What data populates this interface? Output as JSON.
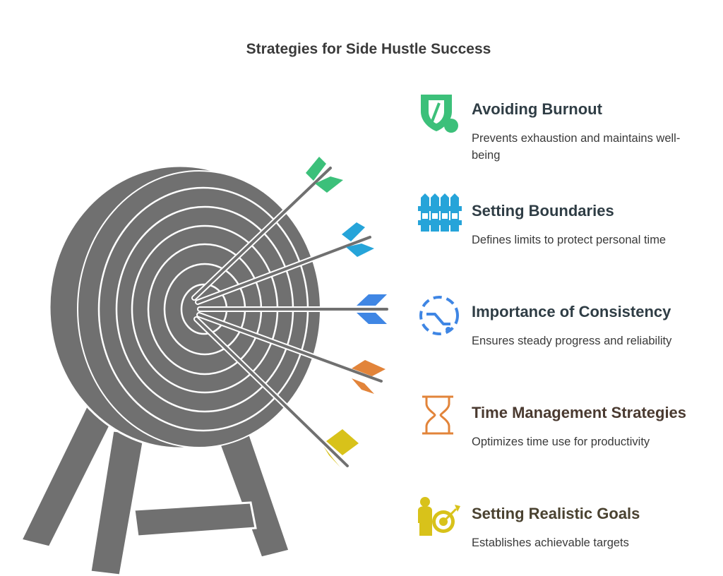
{
  "title": "Strategies for Side Hustle Success",
  "items": [
    {
      "title": "Avoiding Burnout",
      "desc": "Prevents exhaustion and maintains well-being",
      "color": "#3cc07a",
      "title_color": "#2f3d45",
      "icon": "shield-leaf-icon"
    },
    {
      "title": "Setting Boundaries",
      "desc": "Defines limits to protect personal time",
      "color": "#26a4d9",
      "title_color": "#2f3d45",
      "icon": "fence-icon"
    },
    {
      "title": "Importance of Consistency",
      "desc": "Ensures steady progress and reliability",
      "color": "#3f86e4",
      "title_color": "#2f3d45",
      "icon": "cycle-trend-icon"
    },
    {
      "title": "Time Management Strategies",
      "desc": "Optimizes time use for productivity",
      "color": "#e2843a",
      "title_color": "#4a3a30",
      "icon": "hourglass-icon"
    },
    {
      "title": "Setting Realistic Goals",
      "desc": "Establishes achievable targets",
      "color": "#d8c21a",
      "title_color": "#4a4230",
      "icon": "person-target-icon"
    }
  ],
  "colors": {
    "target": "#707070",
    "ring_line": "#ffffff",
    "arrow_shaft": "#707070"
  }
}
